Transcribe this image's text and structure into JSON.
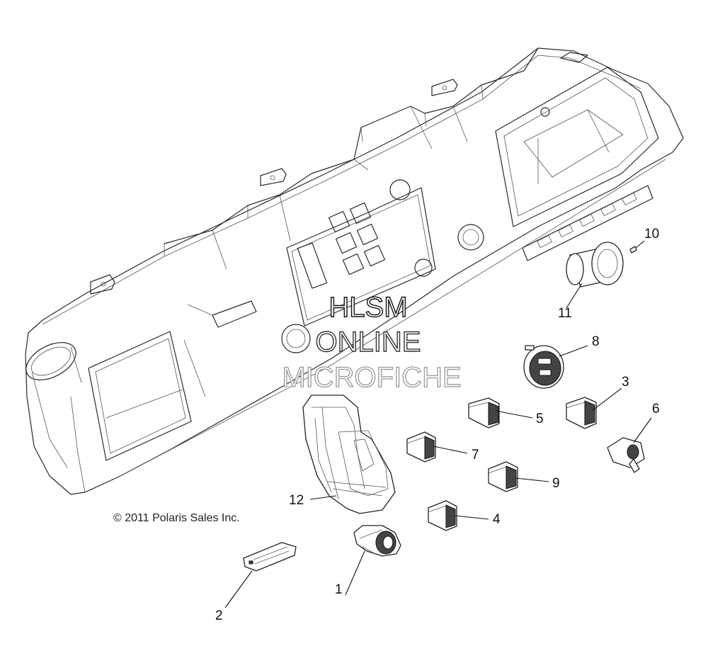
{
  "callouts": [
    "1",
    "2",
    "3",
    "4",
    "5",
    "6",
    "7",
    "8",
    "9",
    "10",
    "11",
    "12"
  ],
  "copyright": "© 2011 Polaris Sales Inc.",
  "watermark": {
    "line1": "HLSM",
    "line2": "ONLINE",
    "line3": "MICROFICHE"
  }
}
